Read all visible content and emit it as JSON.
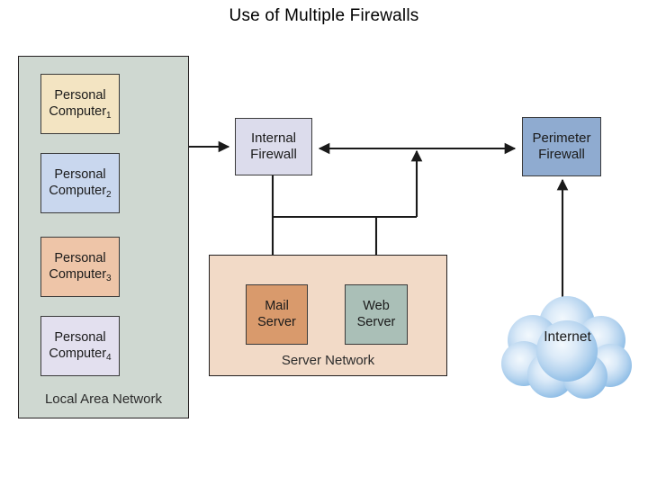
{
  "title": "Use of Multiple Firewalls",
  "groups": {
    "lan": {
      "label": "Local Area Network",
      "color": "#cfd8d1"
    },
    "server_network": {
      "label": "Server Network",
      "color": "#f2dac7"
    }
  },
  "nodes": {
    "pc1": {
      "line1": "Personal",
      "line2": "Computer",
      "subscript": "1",
      "color": "#f3e4c2"
    },
    "pc2": {
      "line1": "Personal",
      "line2": "Computer",
      "subscript": "2",
      "color": "#c9d7ee"
    },
    "pc3": {
      "line1": "Personal",
      "line2": "Computer",
      "subscript": "3",
      "color": "#eec5a8"
    },
    "pc4": {
      "line1": "Personal",
      "line2": "Computer",
      "subscript": "4",
      "color": "#e3e0ef"
    },
    "internal_firewall": {
      "line1": "Internal",
      "line2": "Firewall",
      "color": "#dcdcec"
    },
    "perimeter_firewall": {
      "line1": "Perimeter",
      "line2": "Firewall",
      "color": "#8fabd0"
    },
    "mail_server": {
      "line1": "Mail",
      "line2": "Server",
      "color": "#d99a6c"
    },
    "web_server": {
      "line1": "Web",
      "line2": "Server",
      "color": "#aabfb7"
    },
    "internet": {
      "label": "Internet",
      "color": "#a9cdee"
    }
  },
  "connections": [
    {
      "from": "lan-bus",
      "to": "pc1",
      "direction": "one-way"
    },
    {
      "from": "lan-bus",
      "to": "pc2",
      "direction": "one-way"
    },
    {
      "from": "lan-bus",
      "to": "pc3",
      "direction": "one-way"
    },
    {
      "from": "lan-bus",
      "to": "pc4",
      "direction": "one-way"
    },
    {
      "from": "lan-bus",
      "to": "internal_firewall",
      "direction": "one-way"
    },
    {
      "from": "internal_firewall",
      "to": "perimeter_firewall",
      "direction": "two-way"
    },
    {
      "from": "internal_firewall",
      "to": "mail_server",
      "direction": "one-way"
    },
    {
      "from": "internal_firewall",
      "to": "web_server",
      "direction": "one-way"
    },
    {
      "from": "server-branch",
      "to": "firewall-link",
      "direction": "one-way"
    },
    {
      "from": "perimeter_firewall",
      "to": "internet",
      "direction": "two-way"
    }
  ],
  "colors": {
    "line": "#1a1a1a",
    "border": "#231f20",
    "background": "#ffffff"
  }
}
